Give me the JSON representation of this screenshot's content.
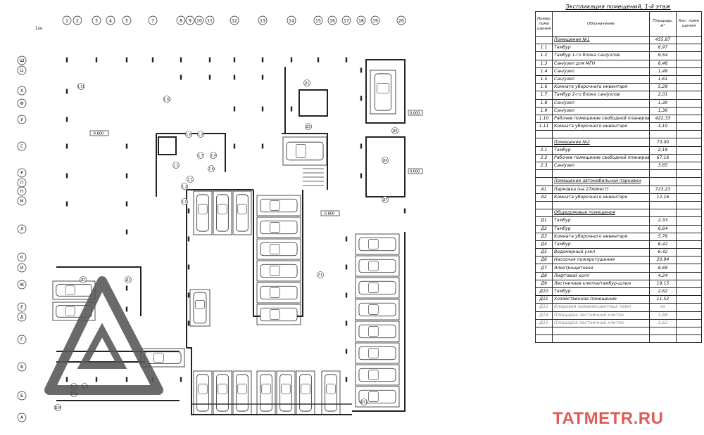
{
  "plan": {
    "col_axes": [
      "1",
      "2",
      "3",
      "4",
      "5",
      "7",
      "8",
      "9",
      "10",
      "11",
      "12",
      "13",
      "14",
      "15",
      "16",
      "17",
      "18",
      "19",
      "20"
    ],
    "col_axis_extra": "1/a",
    "row_axes": [
      "Ш",
      "Ц",
      "Х",
      "Ф",
      "У",
      "С",
      "Р",
      "П",
      "Н",
      "М",
      "Л",
      "К",
      "И",
      "Ж",
      "Е",
      "Д",
      "Г",
      "В",
      "Б",
      "А"
    ],
    "levels": [
      "-0.600",
      "-0.600",
      "0.000",
      "0.000"
    ],
    "room_tags": [
      "1.11",
      "1.10",
      "1.8",
      "1.9",
      "1.7",
      "1.4",
      "1.2",
      "1.3",
      "1.5",
      "1.6",
      "1.1",
      "Д1",
      "Д2",
      "Д3",
      "Д4",
      "Д5",
      "Д6",
      "Д7",
      "А1",
      "Д11",
      "Д12",
      "Д13",
      "Д14",
      "Д15"
    ]
  },
  "legend": {
    "title": "Экспликация помещений, 1-й этаж",
    "columns": [
      "Номер поме щения",
      "Обозначение",
      "Площадь, м²",
      "Кат. поме щения"
    ],
    "rows": [
      {
        "num": "",
        "name": "Помещение №1",
        "area": "455,87",
        "cat": "",
        "u": true
      },
      {
        "num": "1.1",
        "name": "Тамбур",
        "area": "6,97",
        "cat": ""
      },
      {
        "num": "1.2",
        "name": "Тамбур 1-го блока сан/узлов",
        "area": "9,54",
        "cat": ""
      },
      {
        "num": "1.3",
        "name": "Сан/узел для МГН",
        "area": "6,46",
        "cat": ""
      },
      {
        "num": "1.4",
        "name": "Сан/узел",
        "area": "1,49",
        "cat": ""
      },
      {
        "num": "1.5",
        "name": "Сан/узел",
        "area": "1,61",
        "cat": ""
      },
      {
        "num": "1.6",
        "name": "Комната уборочного инвентаря",
        "area": "5,29",
        "cat": ""
      },
      {
        "num": "1.7",
        "name": "Тамбур 2-го блока сан/узлов",
        "area": "2,01",
        "cat": ""
      },
      {
        "num": "1.8",
        "name": "Сан/узел",
        "area": "1,30",
        "cat": ""
      },
      {
        "num": "1.9",
        "name": "Сан/узел",
        "area": "1,30",
        "cat": ""
      },
      {
        "num": "1.10",
        "name": "Рабочее помещение свободной планировки",
        "area": "422,33",
        "cat": ""
      },
      {
        "num": "1.11",
        "name": "Комната уборочного инвентаря",
        "area": "3,10",
        "cat": ""
      },
      {
        "num": "",
        "name": "",
        "area": "",
        "cat": ""
      },
      {
        "num": "",
        "name": "Помещение №2",
        "area": "73,00",
        "cat": "",
        "u": true
      },
      {
        "num": "2.1",
        "name": "Тамбур",
        "area": "2,19",
        "cat": ""
      },
      {
        "num": "2.2",
        "name": "Рабочее помещение свободной планировки",
        "area": "67,16",
        "cat": ""
      },
      {
        "num": "2.3",
        "name": "Сан/узел",
        "area": "3,65",
        "cat": ""
      },
      {
        "num": "",
        "name": "",
        "area": "",
        "cat": ""
      },
      {
        "num": "",
        "name": "Помещение автомобильной парковки",
        "area": "",
        "cat": "",
        "u": true
      },
      {
        "num": "А1",
        "name": "Парковка (на 27м/мест)",
        "area": "723,23",
        "cat": ""
      },
      {
        "num": "А2",
        "name": "Комната уборочного инвентаря",
        "area": "12,16",
        "cat": ""
      },
      {
        "num": "",
        "name": "",
        "area": "",
        "cat": ""
      },
      {
        "num": "",
        "name": "Общедомовые помещения",
        "area": "",
        "cat": "",
        "u": true
      },
      {
        "num": "Д1",
        "name": "Тамбур",
        "area": "2,33",
        "cat": ""
      },
      {
        "num": "Д2",
        "name": "Тамбур",
        "area": "6,64",
        "cat": ""
      },
      {
        "num": "Д3",
        "name": "Комната уборочного инвентаря",
        "area": "5,76",
        "cat": ""
      },
      {
        "num": "Д4",
        "name": "Тамбур",
        "area": "6,42",
        "cat": ""
      },
      {
        "num": "Д5",
        "name": "Водомерный узел",
        "area": "6,42",
        "cat": ""
      },
      {
        "num": "Д6",
        "name": "Насосная пожаротушения",
        "area": "20,94",
        "cat": ""
      },
      {
        "num": "Д7",
        "name": "Электрощитовая",
        "area": "8,69",
        "cat": ""
      },
      {
        "num": "Д8",
        "name": "Лифтовой холл",
        "area": "4,24",
        "cat": ""
      },
      {
        "num": "Д9",
        "name": "Лестничная клетка/тамбур-шлюз",
        "area": "19,15",
        "cat": ""
      },
      {
        "num": "Д10",
        "name": "Тамбур",
        "area": "2,62",
        "cat": ""
      },
      {
        "num": "Д11",
        "name": "Хозяйственное помещение",
        "area": "11.52",
        "cat": ""
      },
      {
        "num": "Д12",
        "name": "Кладовая люминесцентных ламп",
        "area": "xx",
        "cat": "",
        "grey": true
      },
      {
        "num": "Д14",
        "name": "Площадка лестничной клетки",
        "area": "1,88",
        "cat": "",
        "grey": true
      },
      {
        "num": "Д15",
        "name": "Площадка лестничной клетки",
        "area": "1,62",
        "cat": "",
        "grey": true
      },
      {
        "num": "",
        "name": "",
        "area": "",
        "cat": ""
      },
      {
        "num": "",
        "name": "",
        "area": "",
        "cat": ""
      }
    ]
  },
  "watermark": {
    "text": "TATMETR.RU",
    "color": "#d9403a",
    "logo_color": "#555555"
  }
}
